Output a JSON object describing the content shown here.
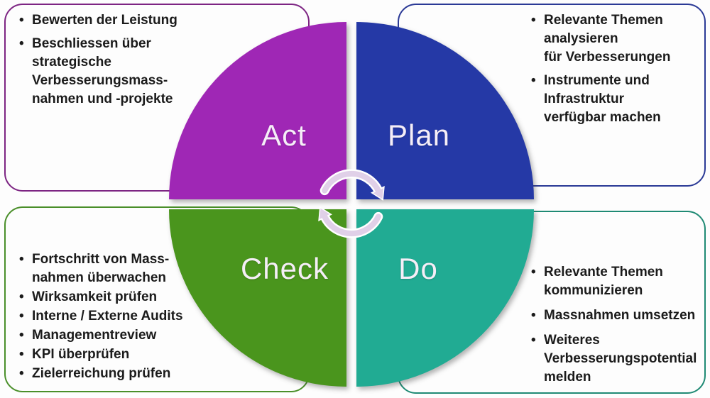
{
  "cycle": {
    "act": {
      "label": "Act",
      "color": "#9f27b5"
    },
    "plan": {
      "label": "Plan",
      "color": "#2539a6"
    },
    "check": {
      "label": "Check",
      "color": "#4a951d"
    },
    "do": {
      "label": "Do",
      "color": "#21ab93"
    }
  },
  "center_icon": {
    "name": "cycle-arrows",
    "arrow_color": "#e0d0e8",
    "outline_color": "#ffffff"
  },
  "boxes": {
    "act_notes": {
      "border_color": "#7d2583",
      "items": [
        "Bewerten der Leistung",
        "Beschliessen über\nstrategische\nVerbesserungsmass-\nnahmen und -projekte"
      ]
    },
    "plan_notes": {
      "border_color": "#2b3a96",
      "items": [
        "Relevante Themen\nanalysieren\nfür Verbesserungen",
        "Instrumente und\nInfrastruktur\nverfügbar machen"
      ]
    },
    "check_notes": {
      "border_color": "#4a8f2a",
      "items": [
        "Fortschritt von Mass-\nnahmen überwachen",
        "Wirksamkeit prüfen",
        "Interne / Externe Audits",
        "Managementreview",
        "KPI überprüfen",
        "Zielerreichung prüfen"
      ]
    },
    "do_notes": {
      "border_color": "#1f8a74",
      "items": [
        "Relevante Themen\nkommunizieren",
        "Massnahmen umsetzen",
        "Weiteres\nVerbesserungspotential\nmelden"
      ]
    }
  },
  "text_color": "#1b1b1b"
}
